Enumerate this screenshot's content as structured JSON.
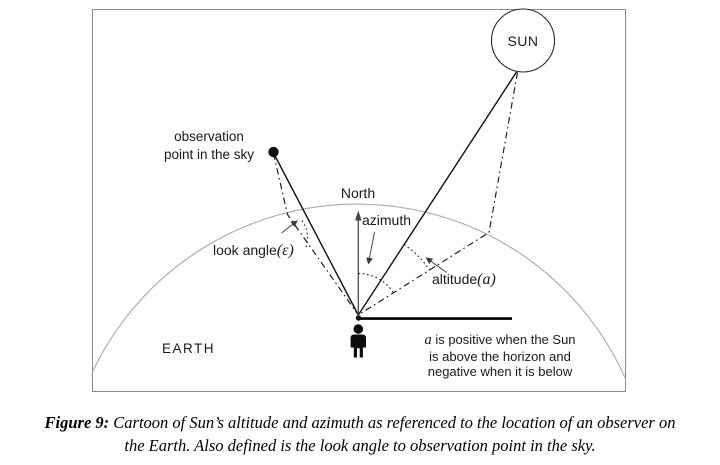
{
  "colors": {
    "line": "#111111",
    "box_border": "#8a8a8a",
    "earth_arc": "#a8a8a8",
    "annotation": "#444444"
  },
  "diagram": {
    "sun_label": "SUN",
    "observation_label_line1": "observation",
    "observation_label_line2": "point in the sky",
    "north_label": "North",
    "azimuth_label": "azimuth",
    "look_angle_text": "look angle",
    "look_angle_symbol": "(ε)",
    "altitude_text": "altitude",
    "altitude_symbol": "(a)",
    "earth_label": "EARTH",
    "note_symbol": "a",
    "note_line1": "is positive when the Sun",
    "note_line2": "is above the horizon and",
    "note_line3": "negative when it is below"
  },
  "caption": {
    "prefix": "Figure 9:",
    "line1": "Cartoon of Sun’s altitude and azimuth as referenced to the location of an observer on",
    "line2": "the Earth. Also defined is the look angle to observation point in the sky."
  }
}
